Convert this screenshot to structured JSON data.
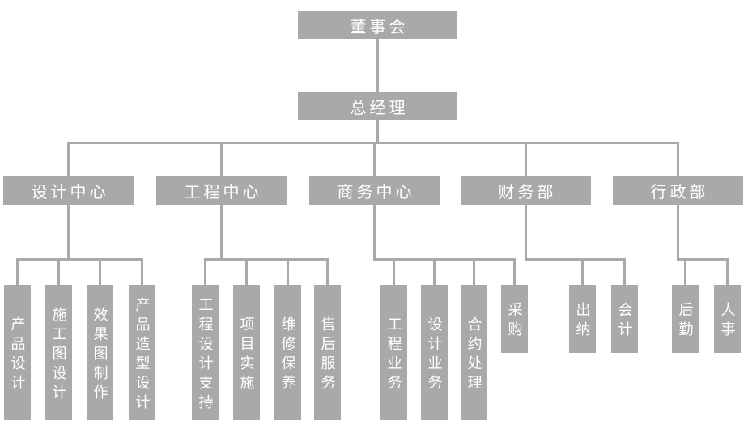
{
  "diagram": {
    "title": "organization-chart",
    "colors": {
      "box": "#a9a9a9",
      "line": "#a9a9a9",
      "text": "#ffffff",
      "background": "#ffffff"
    },
    "root": {
      "id": "board-of-directors",
      "label": "董事会"
    },
    "level2": {
      "id": "general-manager",
      "label": "总经理"
    },
    "departments": [
      {
        "id": "design-center",
        "label": "设计中心",
        "children": [
          {
            "id": "product-design",
            "label": "产品设计"
          },
          {
            "id": "construction-drawing-design",
            "label": "施工图设计"
          },
          {
            "id": "rendering-production",
            "label": "效果图制作"
          },
          {
            "id": "product-styling-design",
            "label": "产品造型设计"
          }
        ]
      },
      {
        "id": "engineering-center",
        "label": "工程中心",
        "children": [
          {
            "id": "engineering-design-support",
            "label": "工程设计支持"
          },
          {
            "id": "project-implementation",
            "label": "项目实施"
          },
          {
            "id": "maintenance",
            "label": "维修保养"
          },
          {
            "id": "after-sales-service",
            "label": "售后服务"
          }
        ]
      },
      {
        "id": "business-center",
        "label": "商务中心",
        "children": [
          {
            "id": "engineering-business",
            "label": "工程业务"
          },
          {
            "id": "design-business",
            "label": "设计业务"
          },
          {
            "id": "contract-processing",
            "label": "合约处理"
          },
          {
            "id": "procurement",
            "label": "采购"
          }
        ]
      },
      {
        "id": "finance-department",
        "label": "财务部",
        "children": [
          {
            "id": "cashier",
            "label": "出纳"
          },
          {
            "id": "accounting",
            "label": "会计"
          }
        ]
      },
      {
        "id": "administration-department",
        "label": "行政部",
        "children": [
          {
            "id": "logistics",
            "label": "后勤"
          },
          {
            "id": "personnel",
            "label": "人事"
          }
        ]
      }
    ]
  }
}
